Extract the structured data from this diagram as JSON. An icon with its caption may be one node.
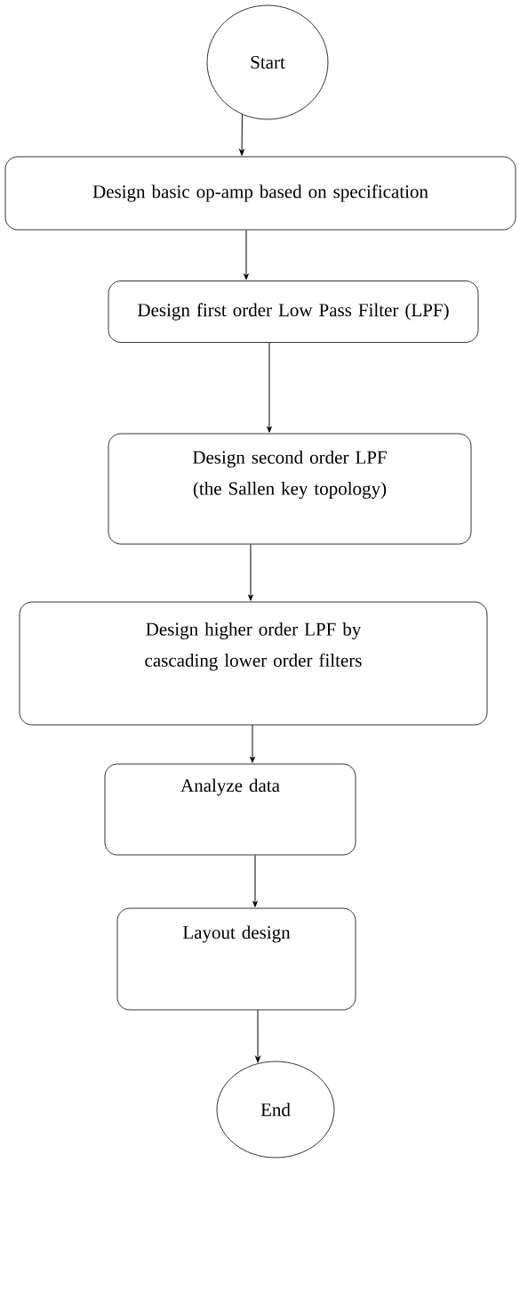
{
  "diagram": {
    "nodes": [
      {
        "text": [
          "Start"
        ]
      },
      {
        "text": [
          "Design basic op-amp based on specification"
        ]
      },
      {
        "text": [
          "Design first order Low Pass Filter (LPF)"
        ]
      },
      {
        "text": [
          "Design second order LPF (the Sallen key topology)"
        ]
      },
      {
        "text": [
          "Design higher order LPF by cascading lower order filters"
        ]
      },
      {
        "text": [
          "Analyze data"
        ]
      },
      {
        "text": [
          "Layout design"
        ]
      },
      {
        "text": [
          "End"
        ]
      }
    ],
    "edges": [
      {
        "from": 0,
        "to": 1,
        "arrow": "to"
      },
      {
        "from": 1,
        "to": 2,
        "arrow": "to"
      },
      {
        "from": 2,
        "to": 3,
        "arrow": "to"
      },
      {
        "from": 3,
        "to": 4,
        "arrow": "to"
      },
      {
        "from": 4,
        "to": 5,
        "arrow": "to"
      },
      {
        "from": 5,
        "to": 6,
        "arrow": "to"
      },
      {
        "from": 6,
        "to": 7,
        "arrow": "to"
      }
    ]
  }
}
